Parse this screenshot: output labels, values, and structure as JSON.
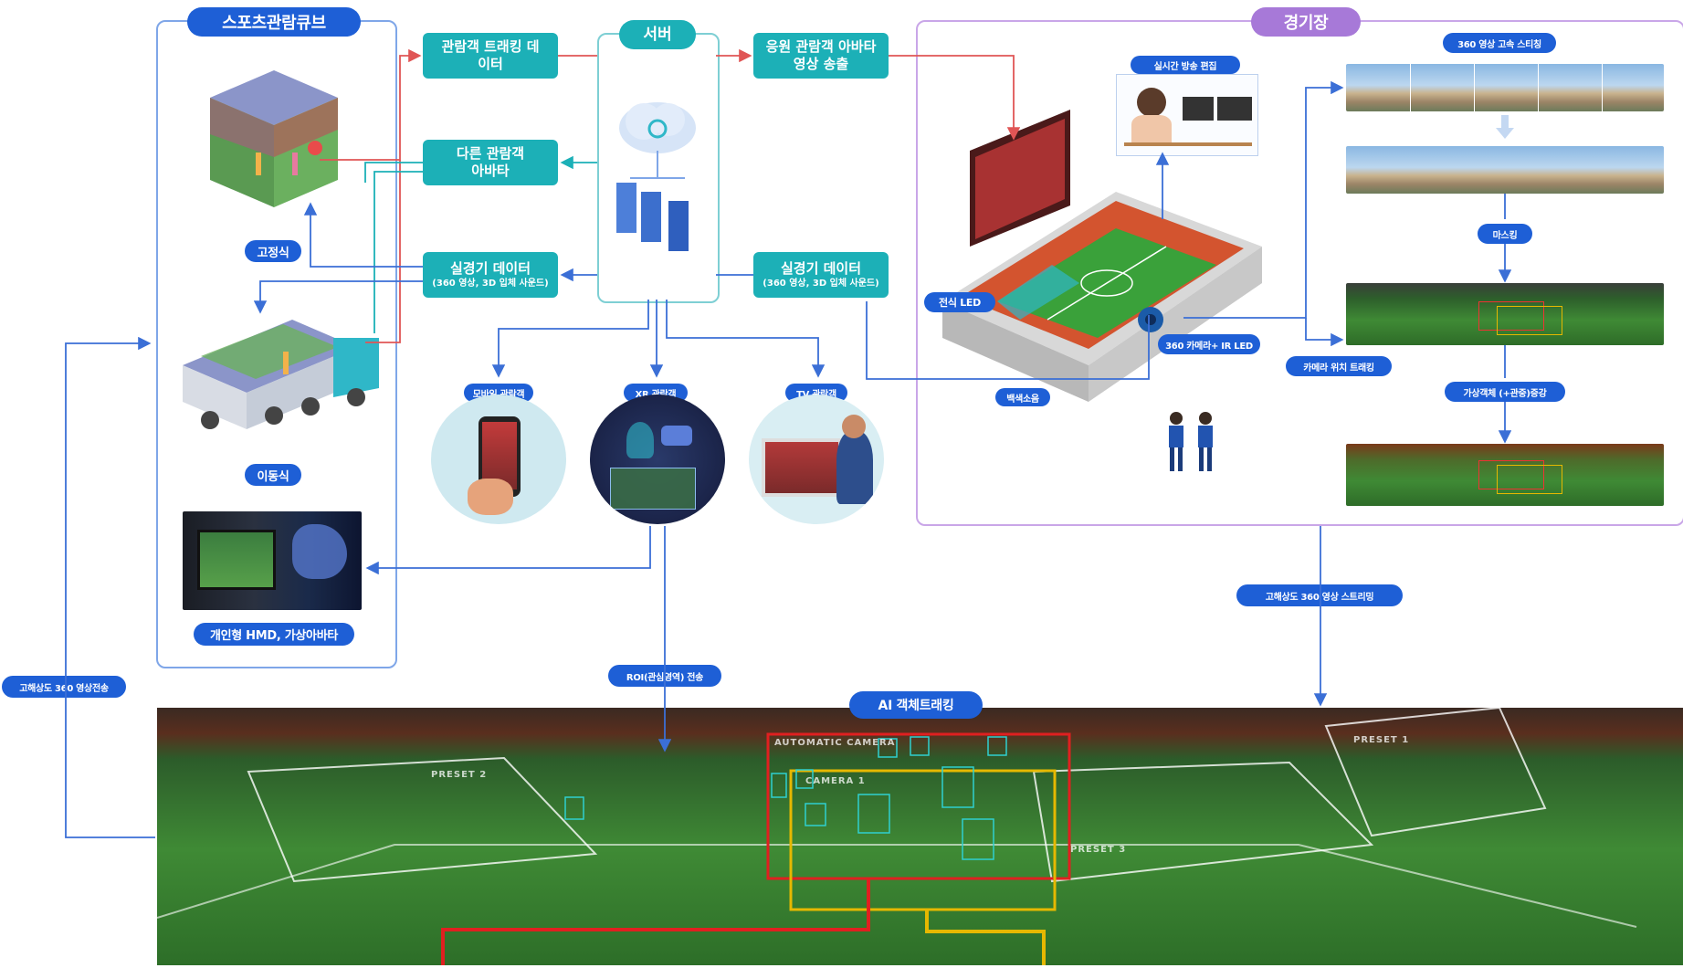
{
  "cube": {
    "title": "스포츠관람큐브",
    "fixed_label": "고정식",
    "mobile_label": "이동식",
    "personal_label": "개인형 HMD, 가상아바타"
  },
  "server": {
    "title": "서버"
  },
  "flows": {
    "tracking_data": "관람객 트래킹 데이터",
    "other_avatar": "다른 관람객 아바타",
    "live_left": {
      "title": "실경기 데이터",
      "sub": "(360 영상, 3D 입체 사운드)"
    },
    "cheer_avatar": "응원 관람객 아바타 영상 송출",
    "live_right": {
      "title": "실경기 데이터",
      "sub": "(360 영상, 3D 입체 사운드)"
    }
  },
  "viewers": {
    "mobile": "모바일 관람객",
    "xr": "XR 관람객",
    "tv": "TV 관람객"
  },
  "stadium": {
    "title": "경기장",
    "realtime_edit": "실시간 방송 편집",
    "led": "전식 LED",
    "camera": "360 카메라+ IR LED",
    "noise": "백색소음",
    "stitch": "360 영상 고속 스티칭",
    "masking": "마스킹",
    "cam_track": "카메라 위치 트래킹",
    "augment": "가상객체 (+관중)증강"
  },
  "bottom": {
    "hires_send": "고해상도 360 영상전송",
    "hires_stream": "고해상도 360 영상 스트리밍",
    "roi": "ROI(관심영역) 전송",
    "ai_tracking": "AI 객체트래킹",
    "overlay": {
      "auto_camera": "AUTOMATIC CAMERA",
      "camera1": "CAMERA 1",
      "preset1": "PRESET 1",
      "preset2": "PRESET 2",
      "preset3": "PRESET 3"
    }
  },
  "colors": {
    "blue": "#1e5fd6",
    "teal": "#1cb0b7",
    "purple": "#a779d8",
    "red_arrow": "#e05555"
  }
}
